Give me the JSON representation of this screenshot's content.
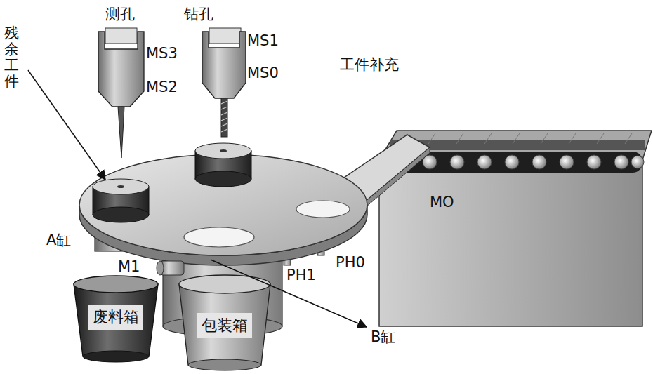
{
  "diagram": {
    "nodes": [
      {
        "text": [
          "废料箱"
        ]
      },
      {
        "text": [
          "包装箱"
        ]
      }
    ],
    "labels": [
      "测孔",
      "钻孔",
      "MS3",
      "MS2",
      "MS1",
      "MS0",
      "残余工件",
      "工件补充",
      "MO",
      "A缸",
      "M1",
      "PH1",
      "PH0",
      "B缸"
    ]
  }
}
